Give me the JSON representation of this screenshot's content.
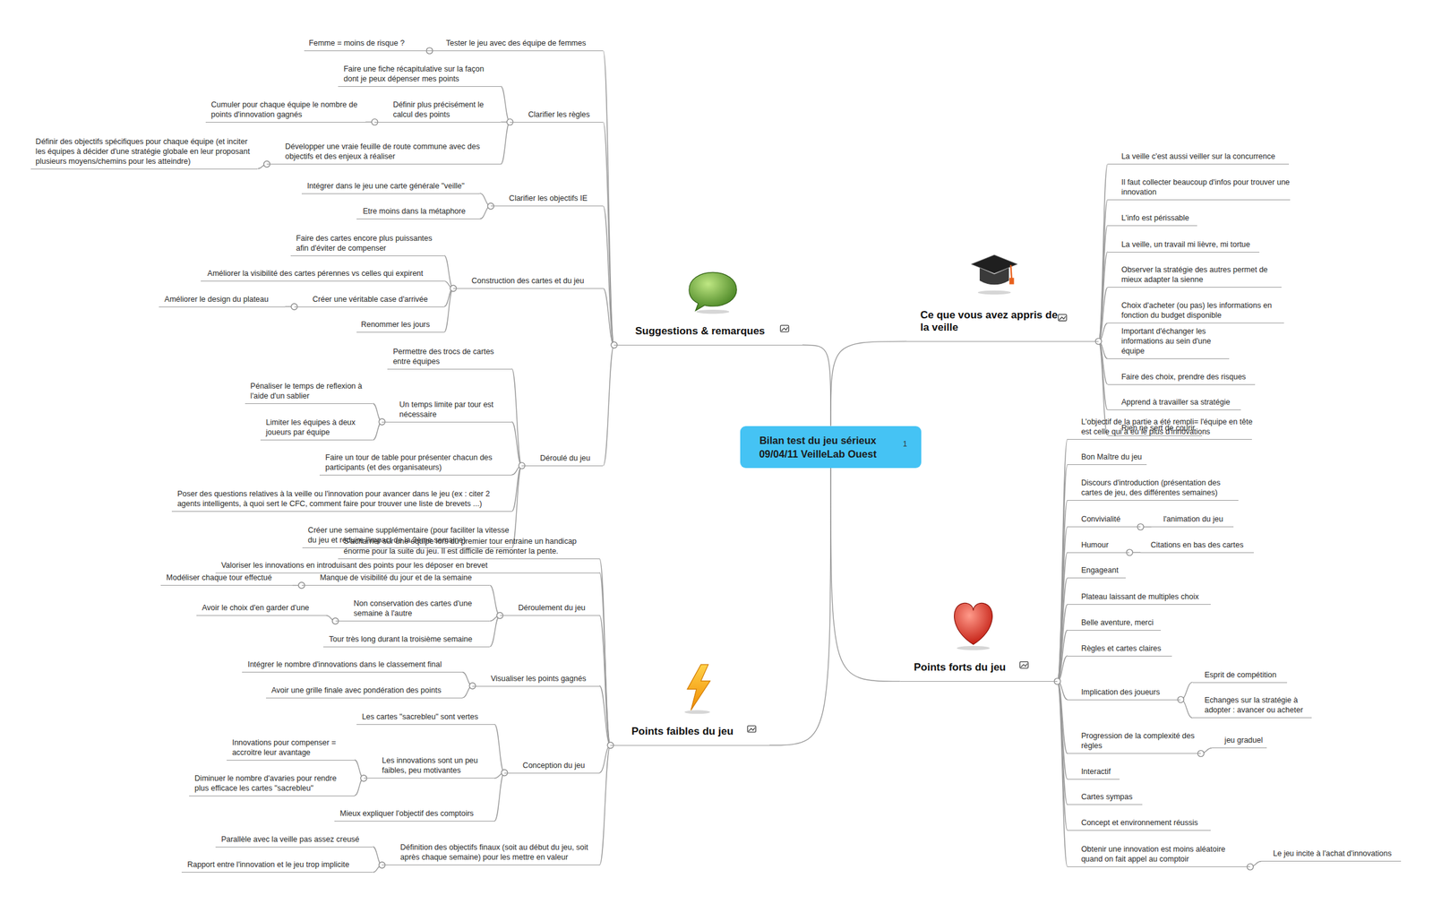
{
  "diagram": {
    "nodes": [
      {
        "text": [
          "Bilan test du jeu sérieux 09/04/11 VeilleLab Ouest"
        ]
      },
      {
        "text": [
          "Suggestions & remarques"
        ]
      },
      {
        "text": [
          "Tester le jeu avec des équipe de femmes"
        ]
      },
      {
        "text": [
          "Femme = moins de risque ?"
        ]
      },
      {
        "text": [
          "Clarifier les règles"
        ]
      },
      {
        "text": [
          "Faire une fiche récapitulative sur la façon dont je peux dépenser mes points"
        ]
      },
      {
        "text": [
          "Définir plus précisément le calcul des points"
        ]
      },
      {
        "text": [
          "Cumuler pour chaque équipe le nombre de points d'innovation gagnés"
        ]
      },
      {
        "text": [
          "Développer une vraie feuille de route commune avec des objectifs et des enjeux à réaliser"
        ]
      },
      {
        "text": [
          "Définir des objectifs spécifiques pour chaque équipe (et inciter les équipes à décider d'une stratégie globale en leur proposant plusieurs moyens/chemins pour les atteindre)"
        ]
      },
      {
        "text": [
          "Clarifier les objectifs IE"
        ]
      },
      {
        "text": [
          "Intégrer dans le jeu une carte générale \"veille\""
        ]
      },
      {
        "text": [
          "Etre moins dans la métaphore"
        ]
      },
      {
        "text": [
          "Construction des cartes et du jeu"
        ]
      },
      {
        "text": [
          "Faire des cartes encore plus puissantes afin d'éviter de compenser"
        ]
      },
      {
        "text": [
          "Améliorer la visibilité des cartes pérennes vs celles qui expirent"
        ]
      },
      {
        "text": [
          "Créer une véritable case d'arrivée"
        ]
      },
      {
        "text": [
          "Améliorer le design du plateau"
        ]
      },
      {
        "text": [
          "Renommer les jours"
        ]
      },
      {
        "text": [
          "Déroulé du jeu"
        ]
      },
      {
        "text": [
          "Permettre des trocs de cartes entre équipes"
        ]
      },
      {
        "text": [
          "Un temps limite par tour est nécessaire"
        ]
      },
      {
        "text": [
          "Pénaliser le temps de reflexion à l'aide d'un sablier"
        ]
      },
      {
        "text": [
          "Limiter les équipes à deux joueurs par équipe"
        ]
      },
      {
        "text": [
          "Faire un tour de table pour présenter chacun des participants (et des organisateurs)"
        ]
      },
      {
        "text": [
          "Poser des questions relatives à la veille ou l'innovation pour avancer dans le jeu (ex : citer 2 agents intelligents, à quoi sert le CFC, comment faire pour trouver une liste de brevets ...)"
        ]
      },
      {
        "text": [
          "Créer une semaine supplémentaire (pour faciliter la vitesse du jeu et réduire l'impact de la 3ème semaine)"
        ]
      },
      {
        "text": [
          "Ce que vous avez appris de la veille"
        ]
      },
      {
        "text": [
          "La veille c'est aussi veiller sur la concurrence"
        ]
      },
      {
        "text": [
          "Il faut collecter beaucoup d'infos pour trouver une innovation"
        ]
      },
      {
        "text": [
          "L'info est périssable"
        ]
      },
      {
        "text": [
          "La veille, un travail mi lièvre, mi tortue"
        ]
      },
      {
        "text": [
          "Observer la stratégie des autres permet de mieux adapter la sienne"
        ]
      },
      {
        "text": [
          "Choix d'acheter (ou pas) les informations en fonction du budget disponible"
        ]
      },
      {
        "text": [
          "Important d'échanger les informations au sein d'une équipe"
        ]
      },
      {
        "text": [
          "Faire des choix, prendre des risques"
        ]
      },
      {
        "text": [
          "Apprend à travailler sa stratégie"
        ]
      },
      {
        "text": [
          "Rien ne sert de courir"
        ]
      },
      {
        "text": [
          "Points forts du jeu"
        ]
      },
      {
        "text": [
          "L'objectif de la partie a été rempli= l'équipe en tête est celle qui a eu le plus d'innovations"
        ]
      },
      {
        "text": [
          "Bon Maître du jeu"
        ]
      },
      {
        "text": [
          "Discours d'introduction (présentation des cartes de jeu, des différentes semaines)"
        ]
      },
      {
        "text": [
          "Convivialité"
        ]
      },
      {
        "text": [
          "l'animation du jeu"
        ]
      },
      {
        "text": [
          "Humour"
        ]
      },
      {
        "text": [
          "Citations en bas des cartes"
        ]
      },
      {
        "text": [
          "Engageant"
        ]
      },
      {
        "text": [
          "Plateau laissant de multiples choix"
        ]
      },
      {
        "text": [
          "Belle aventure, merci"
        ]
      },
      {
        "text": [
          "Règles et cartes claires"
        ]
      },
      {
        "text": [
          "Implication des joueurs"
        ]
      },
      {
        "text": [
          "Esprit de compétition"
        ]
      },
      {
        "text": [
          "Echanges sur la stratégie à adopter : avancer ou acheter"
        ]
      },
      {
        "text": [
          "Progression de la complexité des règles"
        ]
      },
      {
        "text": [
          "jeu graduel"
        ]
      },
      {
        "text": [
          "Interactif"
        ]
      },
      {
        "text": [
          "Cartes sympas"
        ]
      },
      {
        "text": [
          "Concept et environnement réussis"
        ]
      },
      {
        "text": [
          "Obtenir une innovation est moins aléatoire quand on fait appel au comptoir"
        ]
      },
      {
        "text": [
          "Le jeu incite à l'achat d'innovations"
        ]
      },
      {
        "text": [
          "Points faibles du jeu"
        ]
      },
      {
        "text": [
          "S'acharner sur une équipe lors du premier tour entraine un handicap énorme pour la suite du jeu. Il est difficile de remonter la pente."
        ]
      },
      {
        "text": [
          "Valoriser les innovations en introduisant des points pour les déposer en brevet"
        ]
      },
      {
        "text": [
          "Déroulement du jeu"
        ]
      },
      {
        "text": [
          "Manque de visibilité du jour et de la semaine"
        ]
      },
      {
        "text": [
          "Modéliser chaque tour effectué"
        ]
      },
      {
        "text": [
          "Non conservation des cartes d'une semaine à l'autre"
        ]
      },
      {
        "text": [
          "Avoir le choix d'en garder d'une"
        ]
      },
      {
        "text": [
          "Tour très long durant la troisième semaine"
        ]
      },
      {
        "text": [
          "Visualiser les points gagnés"
        ]
      },
      {
        "text": [
          "Intégrer le nombre d'innovations dans le classement final"
        ]
      },
      {
        "text": [
          "Avoir une grille finale avec pondération des points"
        ]
      },
      {
        "text": [
          "Conception du jeu"
        ]
      },
      {
        "text": [
          "Les cartes \"sacrebleu\" sont vertes"
        ]
      },
      {
        "text": [
          "Les innovations sont un peu faibles, peu motivantes"
        ]
      },
      {
        "text": [
          "Innovations pour compenser = accroitre leur avantage"
        ]
      },
      {
        "text": [
          "Diminuer le nombre d'avaries pour rendre plus efficace les cartes \"sacrebleu\""
        ]
      },
      {
        "text": [
          "Mieux expliquer l'objectif des comptoirs"
        ]
      },
      {
        "text": [
          "Définition des objectifs finaux (soit au début du jeu, soit après chaque semaine) pour les mettre en valeur"
        ]
      },
      {
        "text": [
          "Parallèle avec la veille pas assez creusé"
        ]
      },
      {
        "text": [
          "Rapport entre l'innovation et le jeu trop implicite"
        ]
      }
    ],
    "edges": [
      {
        "from": 0,
        "to": 1,
        "arrow": "none"
      },
      {
        "from": 1,
        "to": 2,
        "arrow": "none"
      },
      {
        "from": 2,
        "to": 3,
        "arrow": "none"
      },
      {
        "from": 1,
        "to": 4,
        "arrow": "none"
      },
      {
        "from": 4,
        "to": 5,
        "arrow": "none"
      },
      {
        "from": 4,
        "to": 6,
        "arrow": "none"
      },
      {
        "from": 6,
        "to": 7,
        "arrow": "none"
      },
      {
        "from": 4,
        "to": 8,
        "arrow": "none"
      },
      {
        "from": 8,
        "to": 9,
        "arrow": "none"
      },
      {
        "from": 1,
        "to": 10,
        "arrow": "none"
      },
      {
        "from": 10,
        "to": 11,
        "arrow": "none"
      },
      {
        "from": 10,
        "to": 12,
        "arrow": "none"
      },
      {
        "from": 1,
        "to": 13,
        "arrow": "none"
      },
      {
        "from": 13,
        "to": 14,
        "arrow": "none"
      },
      {
        "from": 13,
        "to": 15,
        "arrow": "none"
      },
      {
        "from": 13,
        "to": 16,
        "arrow": "none"
      },
      {
        "from": 16,
        "to": 17,
        "arrow": "none"
      },
      {
        "from": 13,
        "to": 18,
        "arrow": "none"
      },
      {
        "from": 1,
        "to": 19,
        "arrow": "none"
      },
      {
        "from": 19,
        "to": 20,
        "arrow": "none"
      },
      {
        "from": 19,
        "to": 21,
        "arrow": "none"
      },
      {
        "from": 21,
        "to": 22,
        "arrow": "none"
      },
      {
        "from": 21,
        "to": 23,
        "arrow": "none"
      },
      {
        "from": 19,
        "to": 24,
        "arrow": "none"
      },
      {
        "from": 19,
        "to": 25,
        "arrow": "none"
      },
      {
        "from": 19,
        "to": 26,
        "arrow": "none"
      },
      {
        "from": 0,
        "to": 27,
        "arrow": "none"
      },
      {
        "from": 27,
        "to": 28,
        "arrow": "none"
      },
      {
        "from": 27,
        "to": 29,
        "arrow": "none"
      },
      {
        "from": 27,
        "to": 30,
        "arrow": "none"
      },
      {
        "from": 27,
        "to": 31,
        "arrow": "none"
      },
      {
        "from": 27,
        "to": 32,
        "arrow": "none"
      },
      {
        "from": 27,
        "to": 33,
        "arrow": "none"
      },
      {
        "from": 27,
        "to": 34,
        "arrow": "none"
      },
      {
        "from": 27,
        "to": 35,
        "arrow": "none"
      },
      {
        "from": 27,
        "to": 36,
        "arrow": "none"
      },
      {
        "from": 27,
        "to": 37,
        "arrow": "none"
      },
      {
        "from": 0,
        "to": 38,
        "arrow": "none"
      },
      {
        "from": 38,
        "to": 39,
        "arrow": "none"
      },
      {
        "from": 38,
        "to": 40,
        "arrow": "none"
      },
      {
        "from": 38,
        "to": 41,
        "arrow": "none"
      },
      {
        "from": 38,
        "to": 42,
        "arrow": "none"
      },
      {
        "from": 42,
        "to": 43,
        "arrow": "none"
      },
      {
        "from": 38,
        "to": 44,
        "arrow": "none"
      },
      {
        "from": 44,
        "to": 45,
        "arrow": "none"
      },
      {
        "from": 38,
        "to": 46,
        "arrow": "none"
      },
      {
        "from": 38,
        "to": 47,
        "arrow": "none"
      },
      {
        "from": 38,
        "to": 48,
        "arrow": "none"
      },
      {
        "from": 38,
        "to": 49,
        "arrow": "none"
      },
      {
        "from": 38,
        "to": 50,
        "arrow": "none"
      },
      {
        "from": 50,
        "to": 51,
        "arrow": "none"
      },
      {
        "from": 50,
        "to": 52,
        "arrow": "none"
      },
      {
        "from": 38,
        "to": 53,
        "arrow": "none"
      },
      {
        "from": 53,
        "to": 54,
        "arrow": "none"
      },
      {
        "from": 38,
        "to": 55,
        "arrow": "none"
      },
      {
        "from": 38,
        "to": 56,
        "arrow": "none"
      },
      {
        "from": 38,
        "to": 57,
        "arrow": "none"
      },
      {
        "from": 38,
        "to": 58,
        "arrow": "none"
      },
      {
        "from": 58,
        "to": 59,
        "arrow": "none"
      },
      {
        "from": 0,
        "to": 60,
        "arrow": "none"
      },
      {
        "from": 60,
        "to": 61,
        "arrow": "none"
      },
      {
        "from": 60,
        "to": 62,
        "arrow": "none"
      },
      {
        "from": 60,
        "to": 63,
        "arrow": "none"
      },
      {
        "from": 63,
        "to": 64,
        "arrow": "none"
      },
      {
        "from": 64,
        "to": 65,
        "arrow": "none"
      },
      {
        "from": 63,
        "to": 66,
        "arrow": "none"
      },
      {
        "from": 66,
        "to": 67,
        "arrow": "none"
      },
      {
        "from": 63,
        "to": 68,
        "arrow": "none"
      },
      {
        "from": 60,
        "to": 69,
        "arrow": "none"
      },
      {
        "from": 69,
        "to": 70,
        "arrow": "none"
      },
      {
        "from": 69,
        "to": 71,
        "arrow": "none"
      },
      {
        "from": 60,
        "to": 72,
        "arrow": "none"
      },
      {
        "from": 72,
        "to": 73,
        "arrow": "none"
      },
      {
        "from": 72,
        "to": 74,
        "arrow": "none"
      },
      {
        "from": 74,
        "to": 75,
        "arrow": "none"
      },
      {
        "from": 74,
        "to": 76,
        "arrow": "none"
      },
      {
        "from": 72,
        "to": 77,
        "arrow": "none"
      },
      {
        "from": 60,
        "to": 78,
        "arrow": "none"
      },
      {
        "from": 78,
        "to": 79,
        "arrow": "none"
      },
      {
        "from": 78,
        "to": 80,
        "arrow": "none"
      }
    ],
    "labels": [
      "1"
    ]
  }
}
